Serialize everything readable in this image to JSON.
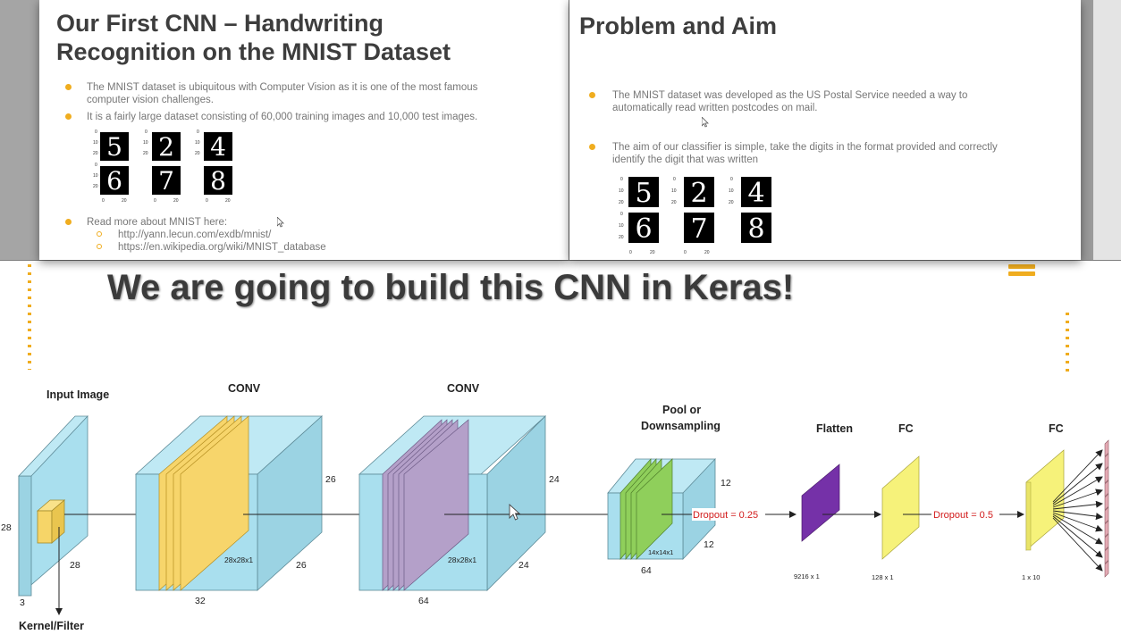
{
  "left_panel": {
    "title_line1": "Our First CNN – Handwriting",
    "title_line2": "Recognition on the MNIST Dataset",
    "bullets": [
      "The MNIST dataset is ubiquitous with Computer Vision as it is one of the most famous",
      "computer vision challenges.",
      "It is a fairly large dataset consisting of 60,000 training images and 10,000 test images.",
      "Read more about MNIST here:"
    ],
    "links": [
      "http://yann.lecun.com/exdb/mnist/",
      "https://en.wikipedia.org/wiki/MNIST_database"
    ]
  },
  "right_panel": {
    "title": "Problem and Aim",
    "bullets": [
      "The MNIST dataset was developed as the US Postal Service needed a way to",
      "automatically read written postcodes on mail.",
      "The aim of our classifier is simple, take the digits in the format provided and correctly",
      "identify the digit that was written"
    ]
  },
  "digit_grid": {
    "digits": [
      "5",
      "2",
      "4",
      "6",
      "7",
      "8"
    ],
    "y_ticks": [
      "0",
      "10",
      "20"
    ],
    "x_ticks": [
      "0",
      "20"
    ]
  },
  "main_slide": {
    "title": "We are going to build this CNN in Keras!"
  },
  "diagram": {
    "input_image": "Input Image",
    "conv1": "CONV",
    "conv2": "CONV",
    "pool": "Pool or",
    "pool2": "Downsampling",
    "flatten": "Flatten",
    "fc1": "FC",
    "fc2": "FC",
    "kernel": "Kernel/Filter",
    "dim_28a": "28",
    "dim_28b": "28",
    "dim_3": "3",
    "dim_26a": "26",
    "dim_26b": "26",
    "dim_32": "32",
    "fm1": "28x28x1",
    "dim_24a": "24",
    "dim_24b": "24",
    "dim_64a": "64",
    "fm2": "28x28x1",
    "dim_12a": "12",
    "dim_12b": "12",
    "dim_64b": "64",
    "fm3": "14x14x1",
    "dropout1": "Dropout = 0.25",
    "dropout2": "Dropout = 0.5",
    "flat_size": "9216 x 1",
    "fc1_size": "128 x 1",
    "fc2_size": "1 x 10"
  },
  "colors": {
    "accent": "#f0ad1f",
    "conv_box": "#a9dfee",
    "conv1_maps": "#f7d56b",
    "conv2_maps": "#b4a0c9",
    "pool_maps": "#8fcf5b",
    "flatten": "#7531a8",
    "fc": "#f6f27a",
    "dropout_text": "#d21b1b",
    "output_nodes": "#e4aab4"
  }
}
